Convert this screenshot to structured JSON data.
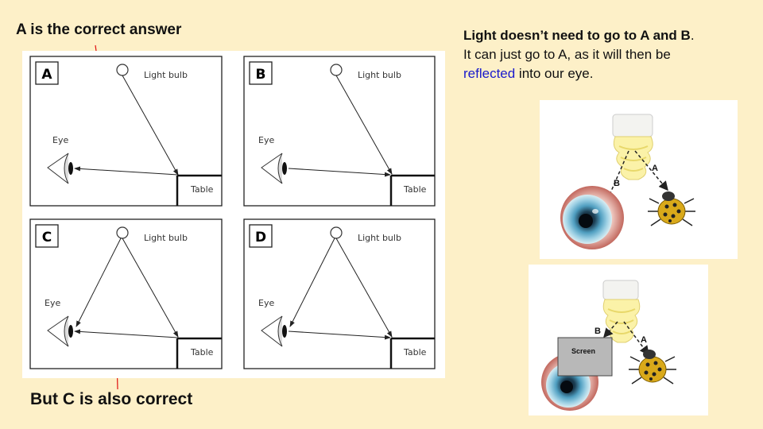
{
  "annotations": {
    "top_note": "A is the correct answer",
    "bottom_note": "But C is also correct"
  },
  "explanation": {
    "line1_bold": "Light doesn’t need to go to A and B",
    "line1_end": ".",
    "line2": "It can just go to A, as it will then be",
    "line3_colored": "reflected",
    "line3_rest": " into our eye."
  },
  "quiz_panels": [
    {
      "letter": "A",
      "light_label": "Light bulb",
      "eye_label": "Eye",
      "table_label": "Table"
    },
    {
      "letter": "B",
      "light_label": "Light bulb",
      "eye_label": "Eye",
      "table_label": "Table"
    },
    {
      "letter": "C",
      "light_label": "Light bulb",
      "eye_label": "Eye",
      "table_label": "Table"
    },
    {
      "letter": "D",
      "light_label": "Light bulb",
      "eye_label": "Eye",
      "table_label": "Table"
    }
  ],
  "photo_top": {
    "ray_a": "A",
    "ray_b": "B"
  },
  "photo_bottom": {
    "ray_a": "A",
    "ray_b": "B",
    "screen_label": "Screen"
  },
  "colors": {
    "background": "#fdf0c8",
    "arrow_red": "#e01010",
    "reflected_blue": "#1a1acc"
  }
}
